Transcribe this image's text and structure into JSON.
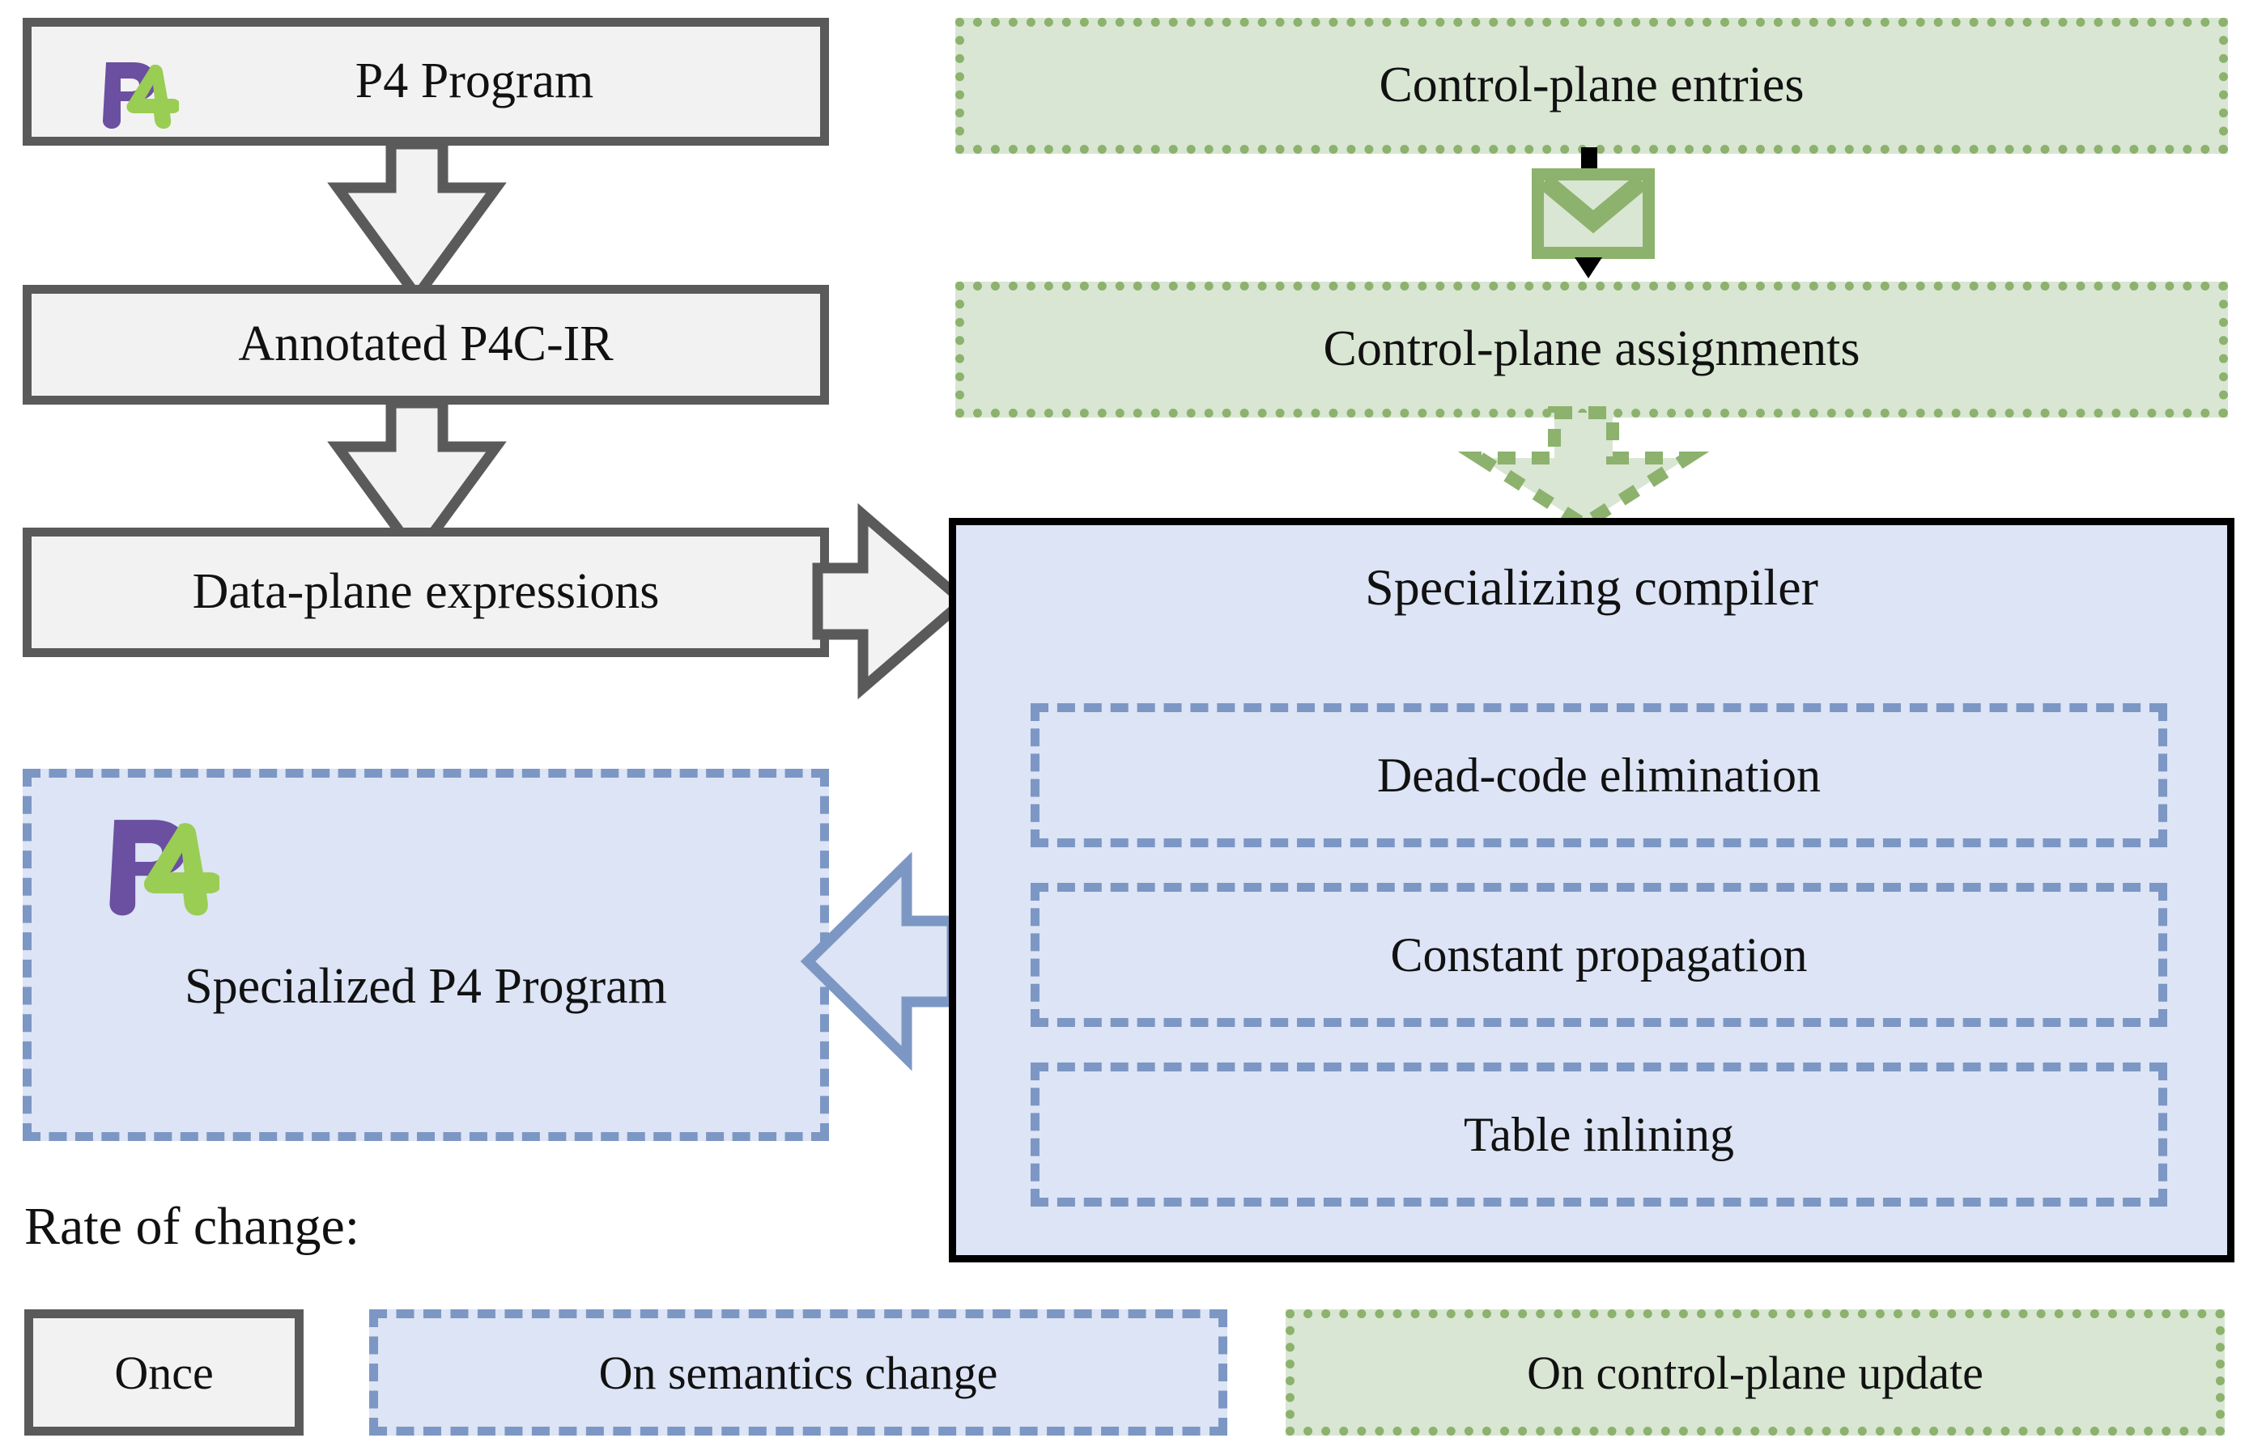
{
  "diagram": {
    "title": "P4 specializing compiler pipeline",
    "colors": {
      "grey_border": "#5A5A5A",
      "grey_fill": "#F2F2F2",
      "blue_border": "#7D97C4",
      "blue_fill": "#DCE4F5",
      "green_border": "#8CB26D",
      "green_fill": "#D9E6D3",
      "compiler_border": "#000000",
      "p4_logo_purple": "#6B4FA0",
      "p4_logo_green": "#9ACD54"
    }
  },
  "left_flow": {
    "p4_program": {
      "label": "P4 Program",
      "logo": "p4-logo"
    },
    "annotated_ir": {
      "label": "Annotated P4C-IR"
    },
    "data_plane_expressions": {
      "label": "Data-plane expressions"
    },
    "specialized_p4_program": {
      "label": "Specialized P4 Program",
      "logo": "p4-logo"
    }
  },
  "control_plane": {
    "entries": {
      "label": "Control-plane entries"
    },
    "assignments": {
      "label": "Control-plane assignments"
    },
    "mail_icon": "envelope-icon"
  },
  "compiler": {
    "title": "Specializing compiler",
    "passes": [
      {
        "label": "Dead-code elimination"
      },
      {
        "label": "Constant propagation"
      },
      {
        "label": "Table inlining"
      }
    ]
  },
  "legend": {
    "caption": "Rate of change:",
    "items": [
      {
        "label": "Once",
        "style": "grey"
      },
      {
        "label": "On semantics change",
        "style": "blue"
      },
      {
        "label": "On control-plane update",
        "style": "green"
      }
    ]
  },
  "arrows": {
    "p4_to_ir": "down-block-arrow",
    "ir_to_expressions": "down-block-arrow",
    "expressions_to_compiler": "right-block-arrow",
    "assignments_to_compiler": "down-block-arrow-dotted",
    "compiler_to_specialized": "left-block-arrow",
    "entries_to_assignments": "envelope-connector"
  }
}
